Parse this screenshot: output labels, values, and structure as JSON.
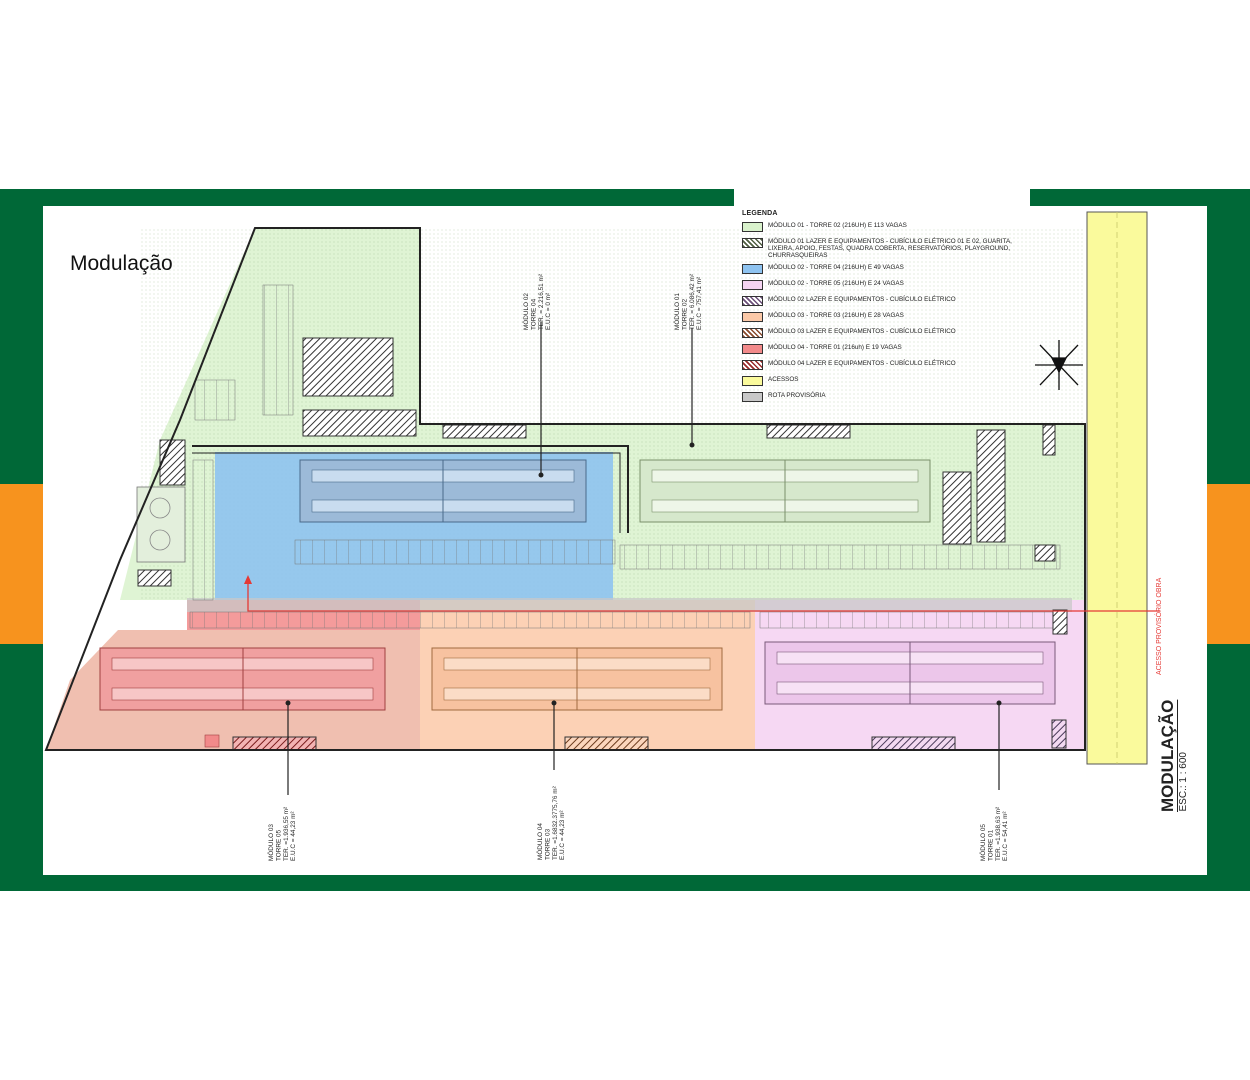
{
  "page": {
    "title": "Modulação"
  },
  "legend": {
    "title": "LEGENDA",
    "items": [
      {
        "label": "MÓDULO 01 - TORRE 02 (216UH) E 113 VAGAS",
        "color": "#d9f2cc",
        "pattern": "solid"
      },
      {
        "label": "MÓDULO 01 LAZER E EQUIPAMENTOS - CUBÍCULO ELÉTRICO 01 E 02, GUARITA, LIXEIRA, APOIO, FESTAS, QUADRA COBERTA, RESERVATÓRIOS, PLAYGROUND, CHURRASQUEIRAS",
        "color": "#4f5f40",
        "pattern": "hatch"
      },
      {
        "label": "MÓDULO 02 - TORRE 04 (216UH) E 49 VAGAS",
        "color": "#8ec3f0",
        "pattern": "solid"
      },
      {
        "label": "MÓDULO 02 - TORRE 05 (216UH) E 24 VAGAS",
        "color": "#f5d4f2",
        "pattern": "solid"
      },
      {
        "label": "MÓDULO 02 LAZER E EQUIPAMENTOS - CUBÍCULO ELÉTRICO",
        "color": "#6b4f78",
        "pattern": "hatch"
      },
      {
        "label": "MÓDULO 03 - TORRE 03 (216UH) E 28 VAGAS",
        "color": "#fbc9a8",
        "pattern": "solid"
      },
      {
        "label": "MÓDULO 03 LAZER E EQUIPAMENTOS - CUBÍCULO ELÉTRICO",
        "color": "#8a4a2a",
        "pattern": "hatch"
      },
      {
        "label": "MÓDULO 04 - TORRE 01 (216uh) E 19 VAGAS",
        "color": "#f28a8a",
        "pattern": "solid"
      },
      {
        "label": "MÓDULO 04 LAZER E EQUIPAMENTOS - CUBÍCULO ELÉTRICO",
        "color": "#9a2a2a",
        "pattern": "hatch"
      },
      {
        "label": "ACESSOS",
        "color": "#fafa9c",
        "pattern": "solid"
      },
      {
        "label": "ROTA PROVISÓRIA",
        "color": "#c8c8c8",
        "pattern": "solid"
      }
    ]
  },
  "labels": {
    "mod02": "MÓDULO 02\nTORRE 04\nTER. = 2.216,51 m²\nE.U.C = 0 m²",
    "mod01": "MÓDULO 01\nTORRE 02\nTER. = 6.086,42 m²\nE.U.C = 757,41 m²",
    "mod03": "MÓDULO 03\nTORRE 05\nTER. =1.936,55 m²\nE.U.C = 44,23 m²",
    "mod04": "MÓDULO 04\nTORRE 03\nTER. =1.6832.3775,76 m²\nE.U.C = 44,23 m²",
    "mod05": "MÓDULO 05\nTORRE 01\nTER. =1.938,63 m²\nE.U.C = 54,41 m²"
  },
  "drawing": {
    "title": "MODULAÇÃO",
    "scale": "ESC.: 1 : 600"
  },
  "access": {
    "label": "ACESSO PROVISÓRIO OBRA"
  },
  "colors": {
    "frame": "#006837",
    "stripe": "#f7931e",
    "green_zone": "#d9f2cc",
    "blue_zone": "#8ec3f0",
    "pink_zone": "#f5d4f2",
    "orange_zone": "#fbc9a8",
    "red_zone": "#f28a8a",
    "access_road": "#fafa9c",
    "route": "#e53935"
  }
}
